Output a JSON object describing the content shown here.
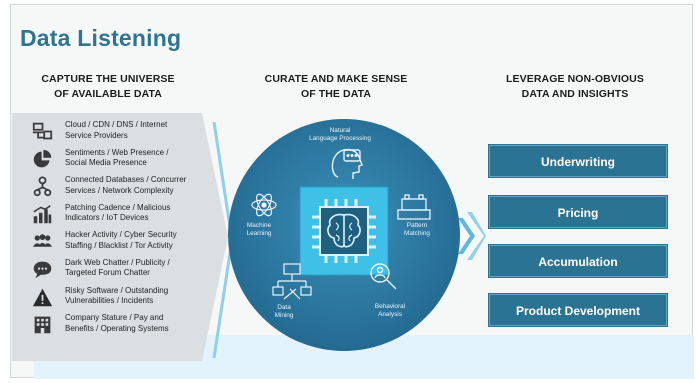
{
  "title": "Data Listening",
  "columns": {
    "capture": [
      "CAPTURE THE UNIVERSE",
      "OF AVAILABLE DATA"
    ],
    "curate": [
      "CURATE AND MAKE SENSE",
      "OF THE DATA"
    ],
    "leverage": [
      "LEVERAGE NON-OBVIOUS",
      "DATA AND INSIGHTS"
    ]
  },
  "sources": [
    {
      "icon": "network-computer-icon",
      "lines": [
        "Cloud / CDN / DNS / Internet",
        "Service Providers"
      ]
    },
    {
      "icon": "pie-chart-icon",
      "lines": [
        "Sentiments / Web Presence /",
        "Social Media Presence"
      ]
    },
    {
      "icon": "connected-nodes-icon",
      "lines": [
        "Connected Databases / Concurrer",
        "Services / Network Complexity"
      ]
    },
    {
      "icon": "bar-chart-building-icon",
      "lines": [
        "Patching Cadence / Malicious",
        "Indicators / IoT Devices"
      ]
    },
    {
      "icon": "people-group-icon",
      "lines": [
        "Hacker Activity / Cyber Security",
        "Staffing / Blacklist / Tor Activity"
      ]
    },
    {
      "icon": "chat-bubble-icon",
      "lines": [
        "Dark Web Chatter / Publicity /",
        "Targeted Forum Chatter"
      ]
    },
    {
      "icon": "warning-triangle-icon",
      "lines": [
        "Risky Software / Outstanding",
        "Vulnerabilities / Incidents"
      ]
    },
    {
      "icon": "office-building-icon",
      "lines": [
        "Company Stature / Pay and",
        "Benefits / Operating Systems"
      ]
    }
  ],
  "techniques": {
    "nlp": [
      "Natural",
      "Language Processing"
    ],
    "ml": [
      "Machine",
      "Learning"
    ],
    "pm": [
      "Pattern",
      "Matching"
    ],
    "dm": [
      "Data",
      "Mining"
    ],
    "ba": [
      "Behavioral",
      "Analysis"
    ]
  },
  "outputs": [
    "Underwriting",
    "Pricing",
    "Accumulation",
    "Product Development"
  ],
  "colors": {
    "brand": "#2f7493",
    "circle": "#2c7aa3",
    "button": "#2b7393",
    "chevron": "#8fd0ea",
    "band": "#e3f3fb"
  }
}
